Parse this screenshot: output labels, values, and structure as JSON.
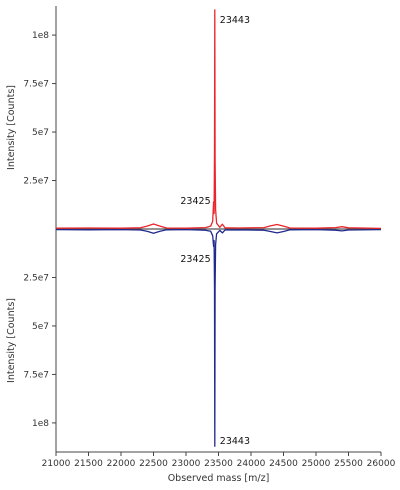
{
  "chart_data": {
    "type": "line",
    "layout": "mirror",
    "xlabel": "Observed mass [m/z]",
    "xlim": [
      21000,
      26000
    ],
    "xticks": [
      21000,
      21500,
      22000,
      22500,
      23000,
      23500,
      24000,
      24500,
      25000,
      25500,
      26000
    ],
    "top_panel": {
      "ylabel": "Intensity [Counts]",
      "ylim": [
        0,
        115000000
      ],
      "ytick_values": [
        25000000,
        50000000,
        75000000,
        100000000
      ],
      "ytick_labels": [
        "2.5e7",
        "5e7",
        "7.5e7",
        "1e8"
      ],
      "series_color": "#e8262b",
      "points": [
        [
          21000,
          400000
        ],
        [
          21500,
          500000
        ],
        [
          22000,
          400000
        ],
        [
          22300,
          600000
        ],
        [
          22400,
          1500000
        ],
        [
          22500,
          2600000
        ],
        [
          22600,
          1500000
        ],
        [
          22700,
          500000
        ],
        [
          23000,
          400000
        ],
        [
          23300,
          700000
        ],
        [
          23380,
          1500000
        ],
        [
          23410,
          4000000
        ],
        [
          23425,
          14000000
        ],
        [
          23432,
          8000000
        ],
        [
          23438,
          40000000
        ],
        [
          23443,
          113000000
        ],
        [
          23448,
          35000000
        ],
        [
          23455,
          10000000
        ],
        [
          23470,
          3000000
        ],
        [
          23520,
          800000
        ],
        [
          23560,
          2500000
        ],
        [
          23600,
          600000
        ],
        [
          23800,
          500000
        ],
        [
          24200,
          700000
        ],
        [
          24300,
          1600000
        ],
        [
          24400,
          2300000
        ],
        [
          24500,
          1500000
        ],
        [
          24600,
          500000
        ],
        [
          25000,
          400000
        ],
        [
          25300,
          700000
        ],
        [
          25400,
          1200000
        ],
        [
          25500,
          600000
        ],
        [
          26000,
          300000
        ]
      ],
      "annotations": [
        {
          "x": 23443,
          "label": "23443"
        },
        {
          "x": 23425,
          "label": "23425"
        }
      ]
    },
    "bottom_panel": {
      "ylabel": "Intensity [Counts]",
      "ylim": [
        0,
        115000000
      ],
      "ytick_values": [
        25000000,
        50000000,
        75000000,
        100000000
      ],
      "ytick_labels": [
        "2.5e7",
        "5e7",
        "7.5e7",
        "1e8"
      ],
      "series_color": "#1f2a8c",
      "points": [
        [
          21000,
          300000
        ],
        [
          21500,
          400000
        ],
        [
          22000,
          300000
        ],
        [
          22300,
          500000
        ],
        [
          22400,
          1200000
        ],
        [
          22500,
          2200000
        ],
        [
          22600,
          1200000
        ],
        [
          22700,
          400000
        ],
        [
          23000,
          300000
        ],
        [
          23300,
          600000
        ],
        [
          23380,
          1200000
        ],
        [
          23410,
          3500000
        ],
        [
          23425,
          9000000
        ],
        [
          23432,
          6000000
        ],
        [
          23438,
          30000000
        ],
        [
          23443,
          112000000
        ],
        [
          23448,
          30000000
        ],
        [
          23455,
          8000000
        ],
        [
          23470,
          2500000
        ],
        [
          23520,
          700000
        ],
        [
          23560,
          2000000
        ],
        [
          23600,
          500000
        ],
        [
          23800,
          400000
        ],
        [
          24200,
          600000
        ],
        [
          24300,
          1300000
        ],
        [
          24400,
          2000000
        ],
        [
          24500,
          1300000
        ],
        [
          24600,
          400000
        ],
        [
          25000,
          300000
        ],
        [
          25300,
          600000
        ],
        [
          25400,
          1000000
        ],
        [
          25500,
          500000
        ],
        [
          26000,
          300000
        ]
      ],
      "annotations": [
        {
          "x": 23425,
          "label": "23425"
        },
        {
          "x": 23443,
          "label": "23443"
        }
      ]
    },
    "baseline_color": "#555555",
    "axis_color": "#444444"
  }
}
